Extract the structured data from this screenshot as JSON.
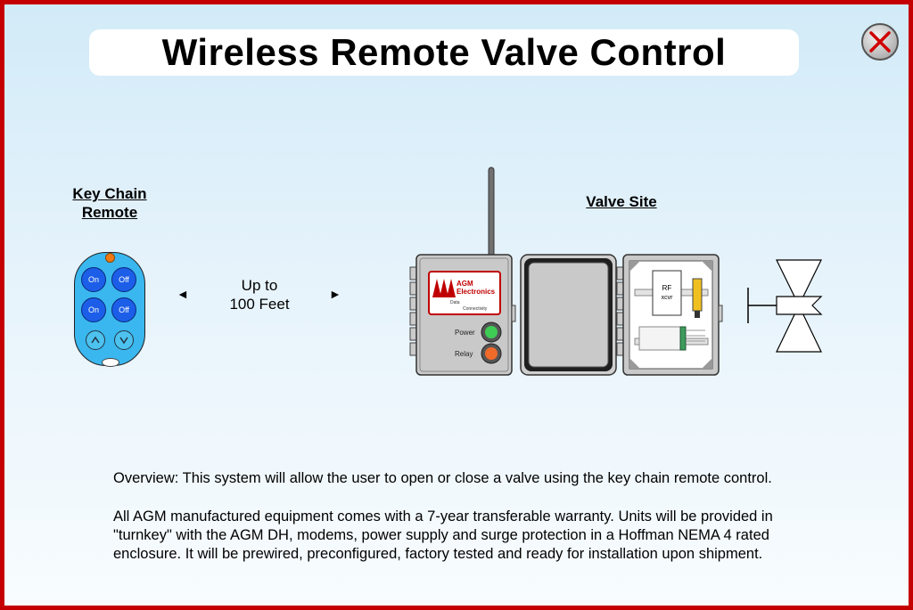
{
  "title": "Wireless Remote Valve Control",
  "close_icon": "close-x-icon",
  "remote_heading_line1": "Key Chain",
  "remote_heading_line2": "Remote",
  "valve_heading": "Valve Site",
  "range_line1": "Up to",
  "range_line2": "100 Feet",
  "arrow_left": "◄",
  "arrow_right": "►",
  "remote_buttons": {
    "on1": "On",
    "off1": "Off",
    "on2": "On",
    "off2": "Off",
    "up": "^",
    "down": "v"
  },
  "enclosure": {
    "brand_line1": "AGM",
    "brand_line2": "Electronics",
    "tagline_line1": "Data",
    "tagline_line2": "Connectivity",
    "power_label": "Power",
    "relay_label": "Relay",
    "rf_line1": "RF",
    "rf_line2": "xcvr"
  },
  "colors": {
    "border": "#c40000",
    "remote": "#3ab7ee",
    "remote_button": "#1c5ee8",
    "brand_red": "#c00000",
    "power_led": "#3fcc55",
    "relay_led": "#f06a2a"
  },
  "overview": "Overview:  This system will allow the user to open or close a valve using the key chain remote control.",
  "warranty_line1": "All AGM manufactured equipment comes with a 7-year transferable warranty.  Units will be provided in",
  "warranty_line2": "\"turnkey\" with the AGM DH, modems, power supply and surge protection in a Hoffman NEMA 4 rated",
  "warranty_line3": "enclosure.  It will be prewired, preconfigured, factory tested and ready for installation upon shipment."
}
